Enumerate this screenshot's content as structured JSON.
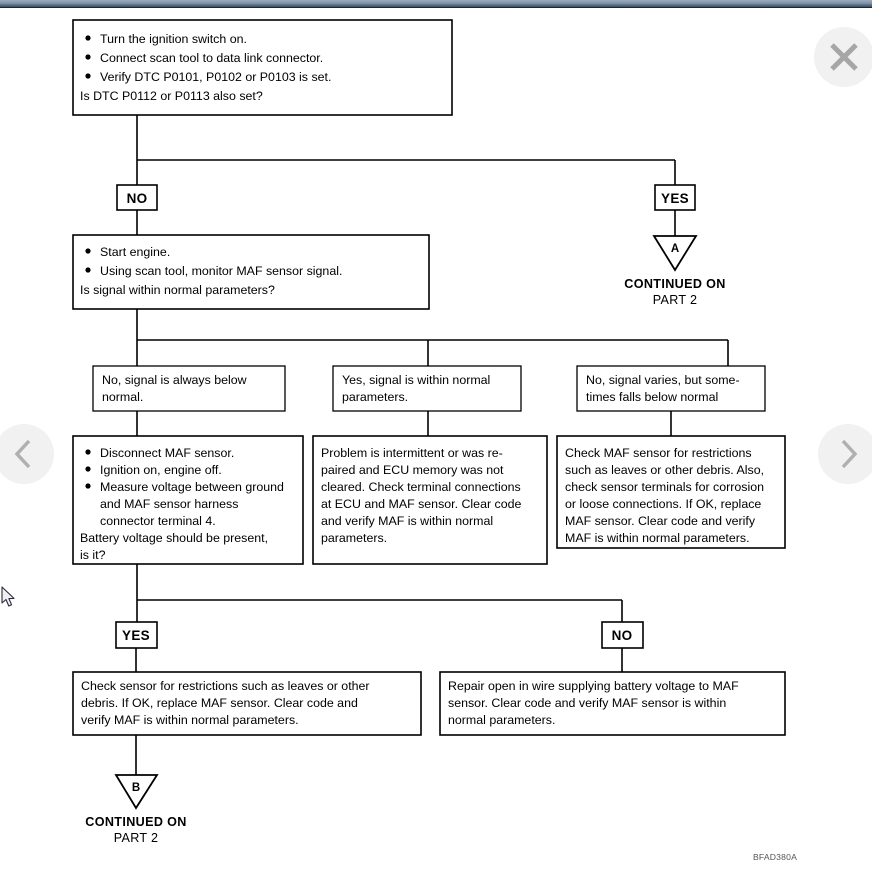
{
  "window": {
    "top_bar_color": "#7d91a6"
  },
  "controls": {
    "close": {
      "label": "Close",
      "icon": "close-icon"
    },
    "prev": {
      "label": "Previous",
      "icon": "chevron-left-icon"
    },
    "next": {
      "label": "Next",
      "icon": "chevron-right-icon"
    }
  },
  "diagram": {
    "footer_code": "BFAD380A",
    "start_box": {
      "bullets": [
        "Turn the ignition switch on.",
        "Connect scan tool to data link connector.",
        "Verify DTC P0101, P0102 or P0103 is set."
      ],
      "question": "Is DTC P0112 or P0113 also set?"
    },
    "branch1": {
      "no_label": "NO",
      "yes_label": "YES"
    },
    "yes_connector": {
      "marker": "A",
      "caption_line1": "CONTINUED ON",
      "caption_line2": "PART 2"
    },
    "step2_box": {
      "bullets": [
        "Start engine.",
        "Using scan tool, monitor MAF sensor signal."
      ],
      "question": "Is signal within normal parameters?"
    },
    "result_boxes": [
      {
        "lines": [
          "No, signal is always below",
          "normal."
        ]
      },
      {
        "lines": [
          "Yes, signal is within normal",
          "parameters."
        ]
      },
      {
        "lines": [
          "No, signal varies, but some-",
          "times falls below normal"
        ]
      }
    ],
    "action_boxes": [
      {
        "bullets": [
          "Disconnect MAF sensor.",
          "Ignition on, engine off.",
          "Measure voltage between ground and MAF sensor harness connector terminal 4."
        ],
        "bullet_lines": [
          [
            "Disconnect MAF sensor."
          ],
          [
            "Ignition on, engine off."
          ],
          [
            "Measure voltage between ground",
            "and MAF sensor harness",
            "connector terminal 4."
          ]
        ],
        "tail_lines": [
          "Battery voltage should be present,",
          "is it?"
        ]
      },
      {
        "lines": [
          "Problem is intermittent or was re-",
          "paired and ECU memory was not",
          "cleared. Check terminal connections",
          "at ECU and MAF sensor. Clear code",
          "and verify MAF is within normal",
          "parameters."
        ]
      },
      {
        "lines": [
          "Check MAF sensor for restrictions",
          "such as leaves or other debris. Also,",
          "check sensor terminals for corrosion",
          "or loose connections. If OK, replace",
          "MAF sensor. Clear code and verify",
          "MAF is within normal parameters."
        ]
      }
    ],
    "branch2": {
      "yes_label": "YES",
      "no_label": "NO"
    },
    "final_boxes": [
      {
        "lines": [
          "Check sensor for restrictions such as leaves or other",
          "debris. If OK, replace MAF sensor. Clear code and",
          "verify MAF is within normal parameters."
        ]
      },
      {
        "lines": [
          "Repair open in wire supplying battery voltage to MAF",
          "sensor. Clear code and verify MAF sensor is within",
          "normal parameters."
        ]
      }
    ],
    "bottom_connector": {
      "marker": "B",
      "caption_line1": "CONTINUED ON",
      "caption_line2": "PART 2"
    }
  }
}
